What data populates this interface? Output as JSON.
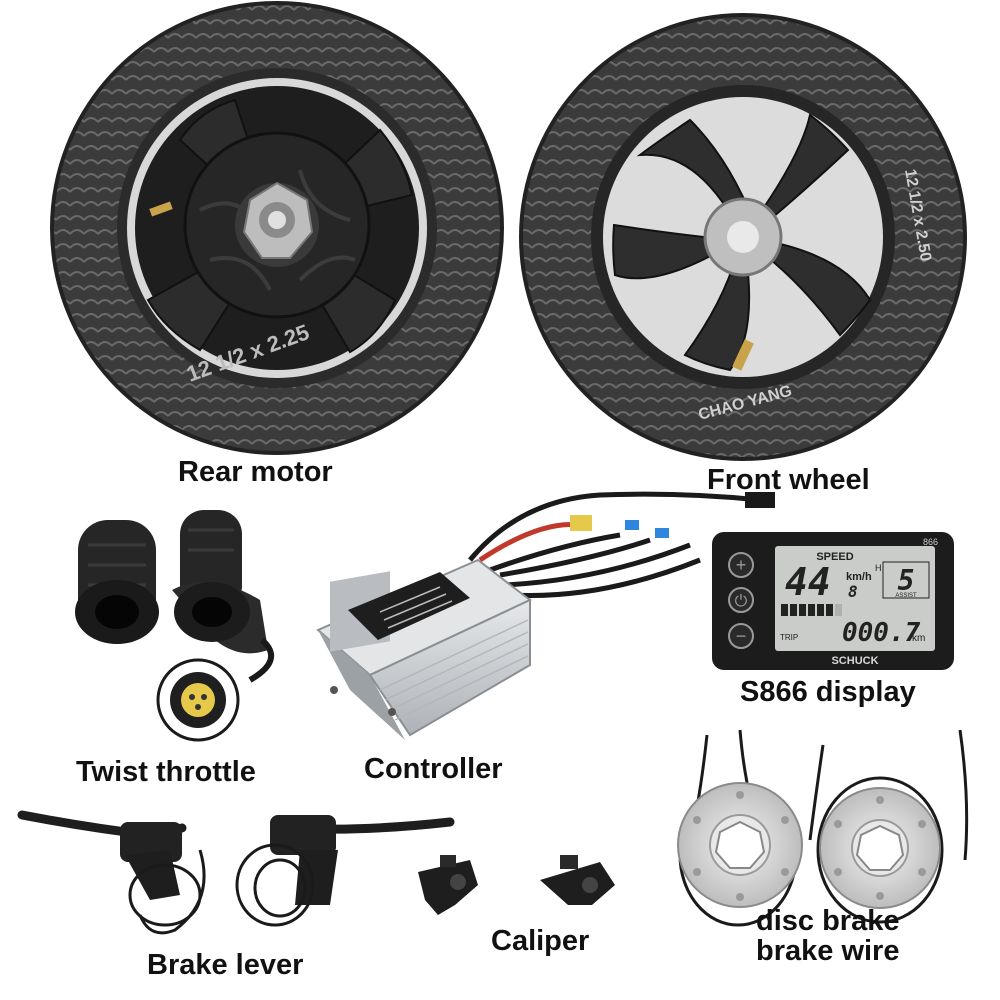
{
  "labels": {
    "rear_motor": "Rear motor",
    "front_wheel": "Front wheel",
    "display": "S866 display",
    "twist_throttle": "Twist throttle",
    "controller": "Controller",
    "caliper": "Caliper",
    "brake_lever": "Brake lever",
    "disc_brake": "disc brake",
    "brake_wire": "brake wire"
  },
  "display_screen": {
    "model": "866",
    "title": "SPEED",
    "speed_value": "44",
    "speed_unit": "km/h",
    "sub_value": "8",
    "h_mark": "H",
    "assist_level": "5",
    "assist_label": "ASSIST",
    "trip_label": "TRIP",
    "trip_value": "000.7",
    "trip_unit": "km",
    "brand": "SCHUCK",
    "battery_bars_lit": 6,
    "battery_bars_total": 7
  },
  "tire_text": {
    "front_brand": "CHAO YANG",
    "front_size": "12 1/2 x 2.50",
    "rear_size": "12 1/2 x 2.25"
  },
  "colors": {
    "background": "#ffffff",
    "label_text": "#111111",
    "lcd_panel": "#c9ccc8",
    "display_body": "#1c1c1c",
    "controller_body": "#cfd2d4",
    "tire": "#3a3a3a",
    "rim": "#1f1f1f"
  }
}
